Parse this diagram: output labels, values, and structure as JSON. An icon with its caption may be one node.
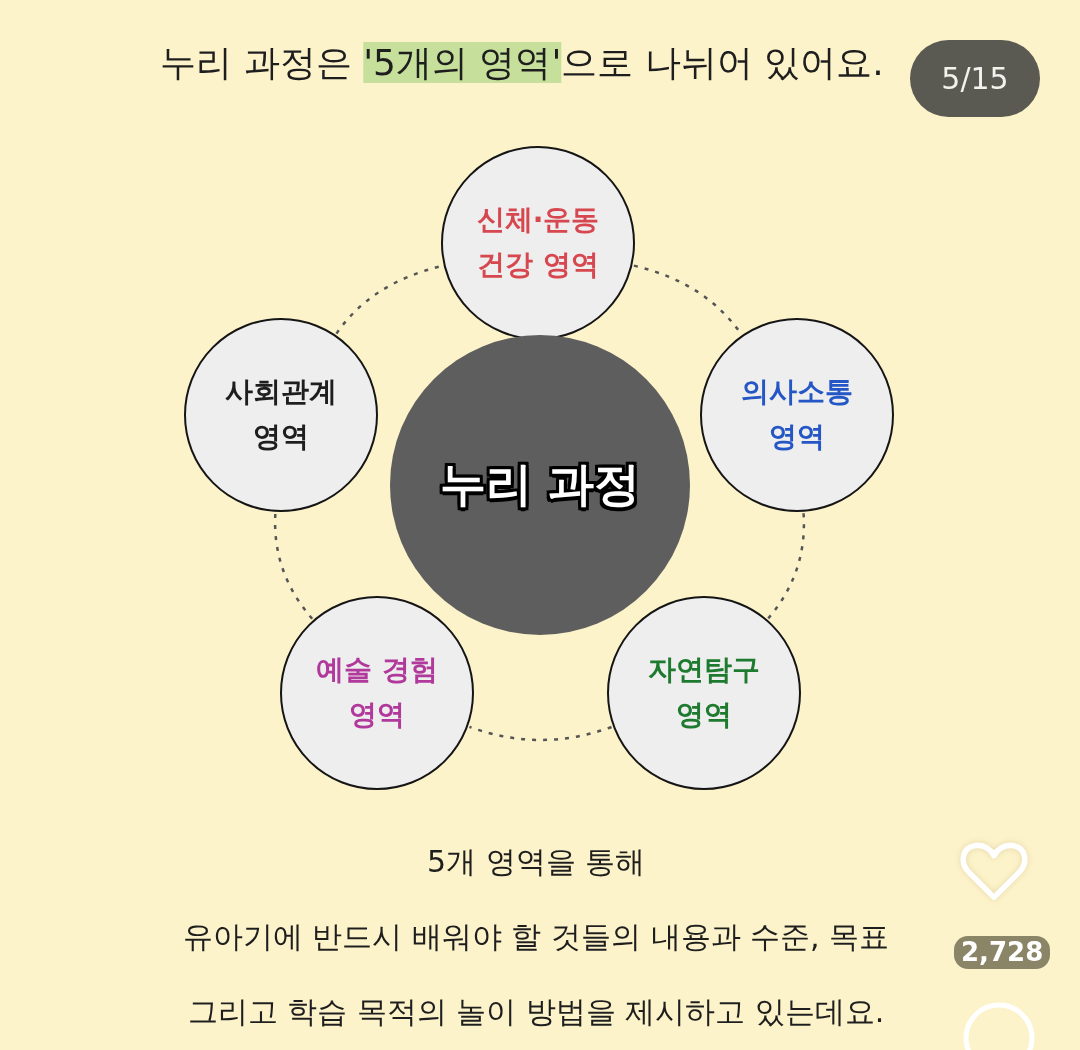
{
  "diagram": {
    "title": "누리 과정은 **'5개의 영역'**으로 나뉘어 있어요.",
    "nodes": [
      {
        "text": [
          "신체·운동 건강 영역"
        ]
      },
      {
        "text": [
          "사회관계 영역"
        ]
      },
      {
        "text": [
          "누리 과정"
        ]
      },
      {
        "text": [
          "의사소통 영역"
        ]
      },
      {
        "text": [
          "예술 경험 영역"
        ]
      },
      {
        "text": [
          "자연탐구 영역"
        ]
      }
    ],
    "edges": [
      {
        "from": 0,
        "to": 3,
        "arrow": "none",
        "style": "dashed"
      },
      {
        "from": 3,
        "to": 5,
        "arrow": "none",
        "style": "dashed"
      },
      {
        "from": 5,
        "to": 4,
        "arrow": "none",
        "style": "dashed"
      },
      {
        "from": 4,
        "to": 1,
        "arrow": "none",
        "style": "dashed"
      },
      {
        "from": 1,
        "to": 0,
        "arrow": "none",
        "style": "dashed"
      }
    ],
    "labels": [
      "5/15",
      "5개 영역을 통해",
      "유아기에 반드시 배워야 할 것들의 내용과 수준, 목표",
      "2,728",
      "그리고 학습 목적의 놀이 방법을 제시하고 있는데요."
    ]
  }
}
